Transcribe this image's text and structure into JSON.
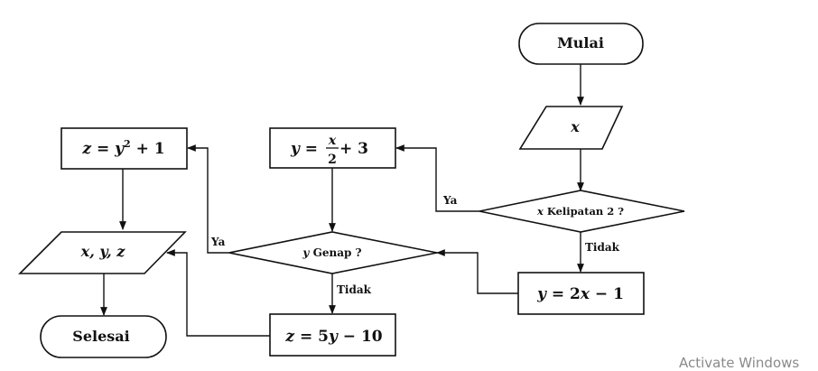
{
  "diagram": {
    "type": "flowchart",
    "nodes": {
      "start": {
        "kind": "terminator",
        "text": "Mulai"
      },
      "input_x": {
        "kind": "io",
        "text": "x"
      },
      "decision_x": {
        "kind": "decision",
        "var": "x",
        "text": " Kelipatan 2 ?"
      },
      "assign_y_half": {
        "kind": "process",
        "lhs": "y",
        "eq": " = ",
        "num": "x",
        "den": "2",
        "rest": " + 3"
      },
      "assign_y_double": {
        "kind": "process",
        "lhs": "y",
        "rest": " = 2",
        "var": "x",
        "tail": " − 1"
      },
      "decision_y": {
        "kind": "decision",
        "var": "y",
        "text": " Genap ?"
      },
      "assign_z_square": {
        "kind": "process",
        "lhs": "z",
        "eq": " = ",
        "var": "y",
        "sup": "2",
        "rest": " + 1"
      },
      "assign_z_linear": {
        "kind": "process",
        "lhs": "z",
        "rest": " = 5",
        "var": "y",
        "tail": " − 10"
      },
      "output_xyz": {
        "kind": "io",
        "a": "x",
        "b": "y",
        "c": "z",
        "sep": ", "
      },
      "end": {
        "kind": "terminator",
        "text": "Selesai"
      }
    },
    "edges": [
      {
        "from": "start",
        "to": "input_x",
        "label": ""
      },
      {
        "from": "input_x",
        "to": "decision_x",
        "label": ""
      },
      {
        "from": "decision_x",
        "to": "assign_y_half",
        "label": "Ya"
      },
      {
        "from": "decision_x",
        "to": "assign_y_double",
        "label": "Tidak"
      },
      {
        "from": "assign_y_half",
        "to": "decision_y",
        "label": ""
      },
      {
        "from": "assign_y_double",
        "to": "decision_y",
        "label": ""
      },
      {
        "from": "decision_y",
        "to": "assign_z_square",
        "label": "Ya"
      },
      {
        "from": "decision_y",
        "to": "assign_z_linear",
        "label": "Tidak"
      },
      {
        "from": "assign_z_square",
        "to": "output_xyz",
        "label": ""
      },
      {
        "from": "assign_z_linear",
        "to": "output_xyz",
        "label": ""
      },
      {
        "from": "output_xyz",
        "to": "end",
        "label": ""
      }
    ],
    "edge_labels": {
      "ya_x": "Ya",
      "tidak_x": "Tidak",
      "ya_y": "Ya",
      "tidak_y": "Tidak"
    }
  },
  "overlay": {
    "watermark": "Activate Windows"
  }
}
